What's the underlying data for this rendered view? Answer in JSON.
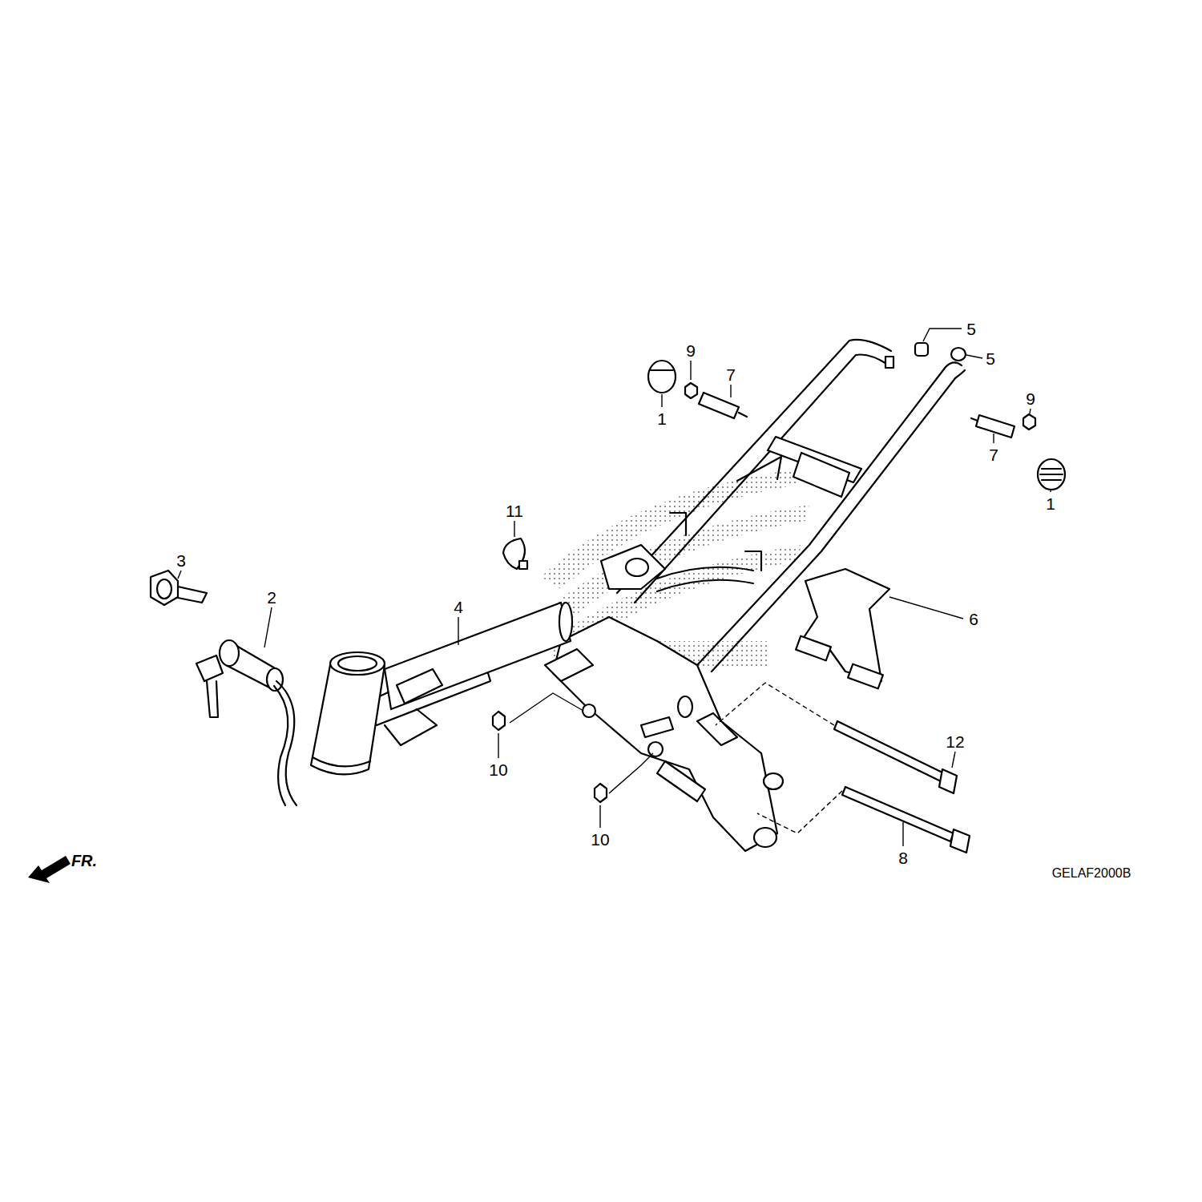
{
  "diagram": {
    "labels": [
      "5",
      "9",
      "5",
      "7",
      "9",
      "1",
      "7",
      "1",
      "11",
      "3",
      "2",
      "4",
      "6",
      "12",
      "10",
      "10",
      "8",
      "FR.",
      "GELAF2000B"
    ]
  }
}
